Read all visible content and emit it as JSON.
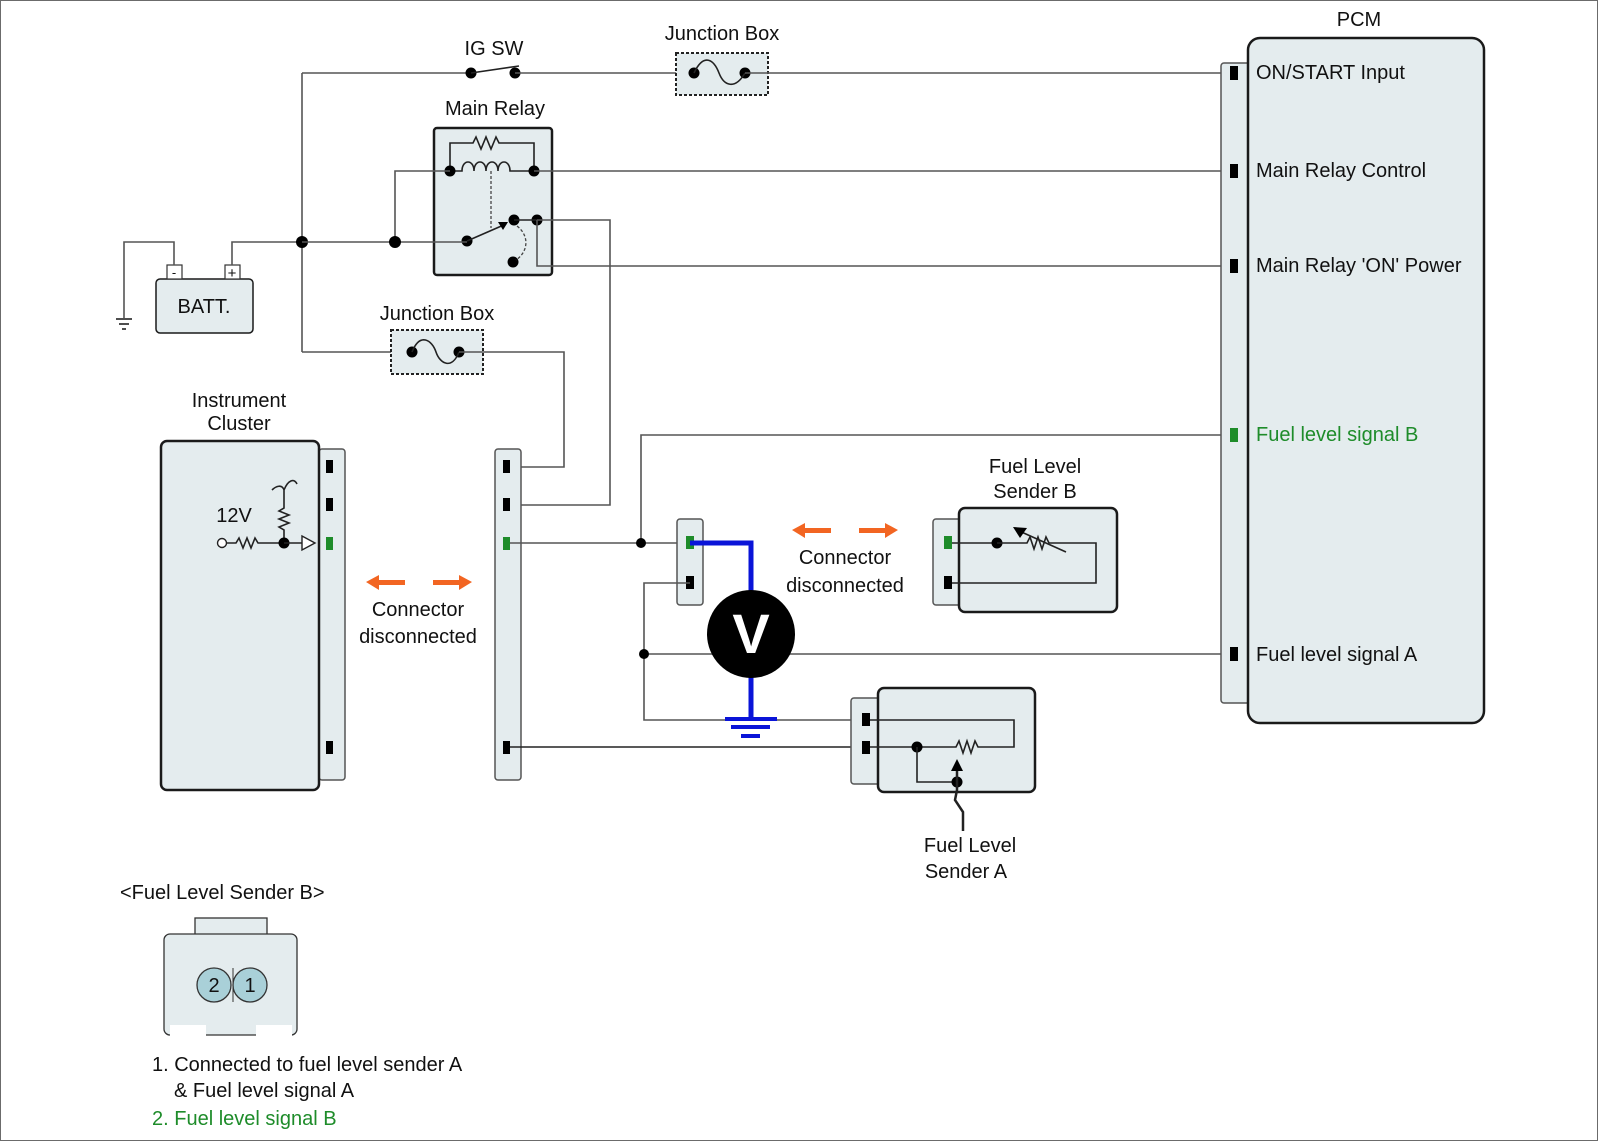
{
  "title": "Fuel Level Signal Circuit Inspection",
  "components": {
    "battery": {
      "label": "BATT.",
      "neg": "-",
      "pos": "+"
    },
    "ig_switch": {
      "label": "IG SW"
    },
    "junction_box_top": {
      "label": "Junction Box"
    },
    "junction_box_mid": {
      "label": "Junction Box"
    },
    "main_relay": {
      "label": "Main Relay"
    },
    "pcm": {
      "label": "PCM",
      "pins": [
        {
          "label": "ON/START Input",
          "color": "#111111"
        },
        {
          "label": "Main Relay Control",
          "color": "#111111"
        },
        {
          "label": "Main Relay 'ON' Power",
          "color": "#111111"
        },
        {
          "label": "Fuel level signal B",
          "color": "#1e8c2a"
        },
        {
          "label": "Fuel level signal A",
          "color": "#111111"
        }
      ]
    },
    "instrument_cluster": {
      "label_line1": "Instrument",
      "label_line2": "Cluster",
      "voltage": "12V"
    },
    "fuel_sender_b": {
      "label_line1": "Fuel Level",
      "label_line2": "Sender B"
    },
    "fuel_sender_a": {
      "label_line1": "Fuel Level",
      "label_line2": "Sender A"
    },
    "voltmeter": {
      "symbol": "V"
    }
  },
  "annotations": {
    "disconnect_left": {
      "line1": "Connector",
      "line2": "disconnected"
    },
    "disconnect_right": {
      "line1": "Connector",
      "line2": "disconnected"
    }
  },
  "connector_view": {
    "title": "<Fuel Level Sender B>",
    "pin_left": "2",
    "pin_right": "1",
    "notes": [
      {
        "line1": "1. Connected to fuel level sender A",
        "line2": "& Fuel level signal A",
        "color": "#111111"
      },
      {
        "line1": "2. Fuel level signal B",
        "color": "#1e8c2a"
      }
    ]
  },
  "colors": {
    "signal_b": "#1e8c2a",
    "meter_lead": "#0a14d8",
    "disconnect_arrow": "#f26522",
    "component_fill": "#e4ecee"
  }
}
